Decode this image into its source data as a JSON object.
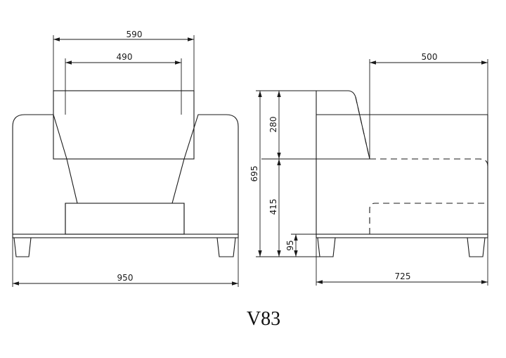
{
  "model_label": "V83",
  "front_view": {
    "dim_overall_width": "950",
    "dim_back_width": "590",
    "dim_inner_width": "490"
  },
  "side_view": {
    "dim_seat_depth": "500",
    "dim_overall_depth": "725",
    "dim_total_height": "695",
    "dim_back_height": "280",
    "dim_seat_height": "415",
    "dim_leg_height": "95"
  }
}
